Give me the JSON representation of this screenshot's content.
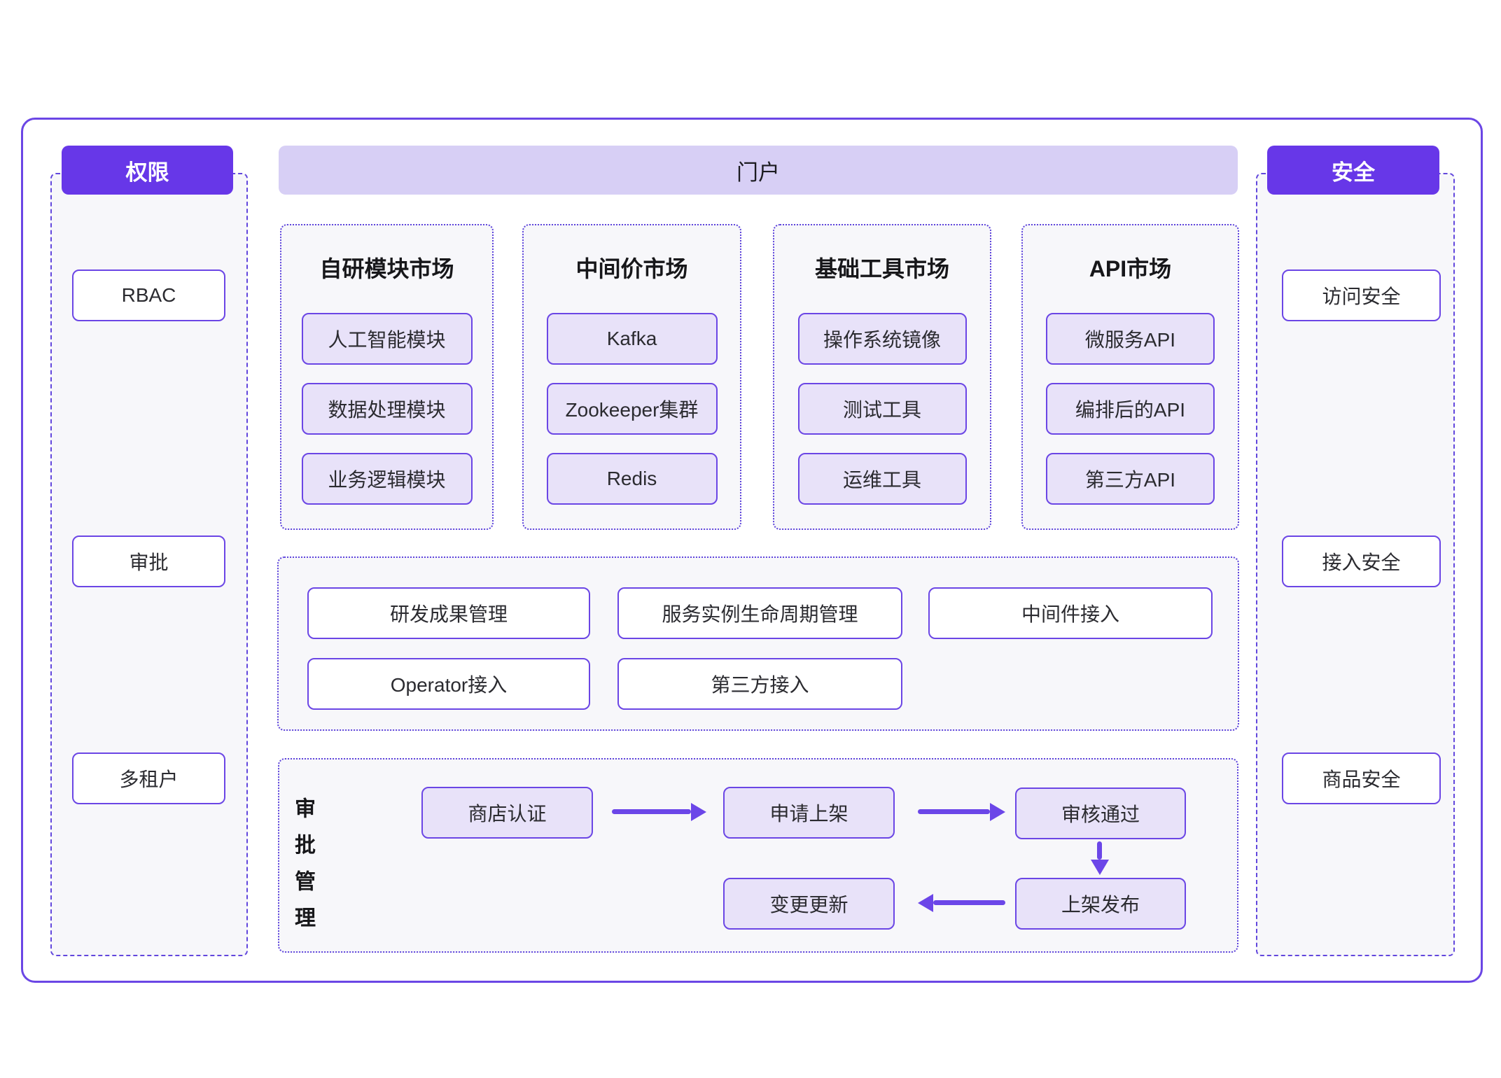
{
  "colors": {
    "primary_purple": "#6737E8",
    "portal_lavender": "#D7CFF5",
    "item_fill": "#E8E2F9",
    "outline_purple": "#6B46E5",
    "dashed_purple": "#6247DD",
    "panel_bg": "#F7F7FA",
    "arrow_purple": "#6B46E8",
    "text_dark": "#1C1C21"
  },
  "left_panel": {
    "header": "权限",
    "items": [
      "RBAC",
      "审批",
      "多租户"
    ]
  },
  "right_panel": {
    "header": "安全",
    "items": [
      "访问安全",
      "接入安全",
      "商品安全"
    ]
  },
  "portal": {
    "title": "门户"
  },
  "markets": [
    {
      "title": "自研模块市场",
      "items": [
        "人工智能模块",
        "数据处理模块",
        "业务逻辑模块"
      ]
    },
    {
      "title": "中间价市场",
      "items": [
        "Kafka",
        "Zookeeper集群",
        "Redis"
      ]
    },
    {
      "title": "基础工具市场",
      "items": [
        "操作系统镜像",
        "测试工具",
        "运维工具"
      ]
    },
    {
      "title": "API市场",
      "items": [
        "微服务API",
        "编排后的API",
        "第三方API"
      ]
    }
  ],
  "management": {
    "row1": [
      "研发成果管理",
      "服务实例生命周期管理",
      "中间件接入"
    ],
    "row2": [
      "Operator接入",
      "第三方接入"
    ]
  },
  "approval_flow": {
    "label": "审批管理",
    "steps": [
      "商店认证",
      "申请上架",
      "审核通过",
      "上架发布",
      "变更更新"
    ]
  }
}
